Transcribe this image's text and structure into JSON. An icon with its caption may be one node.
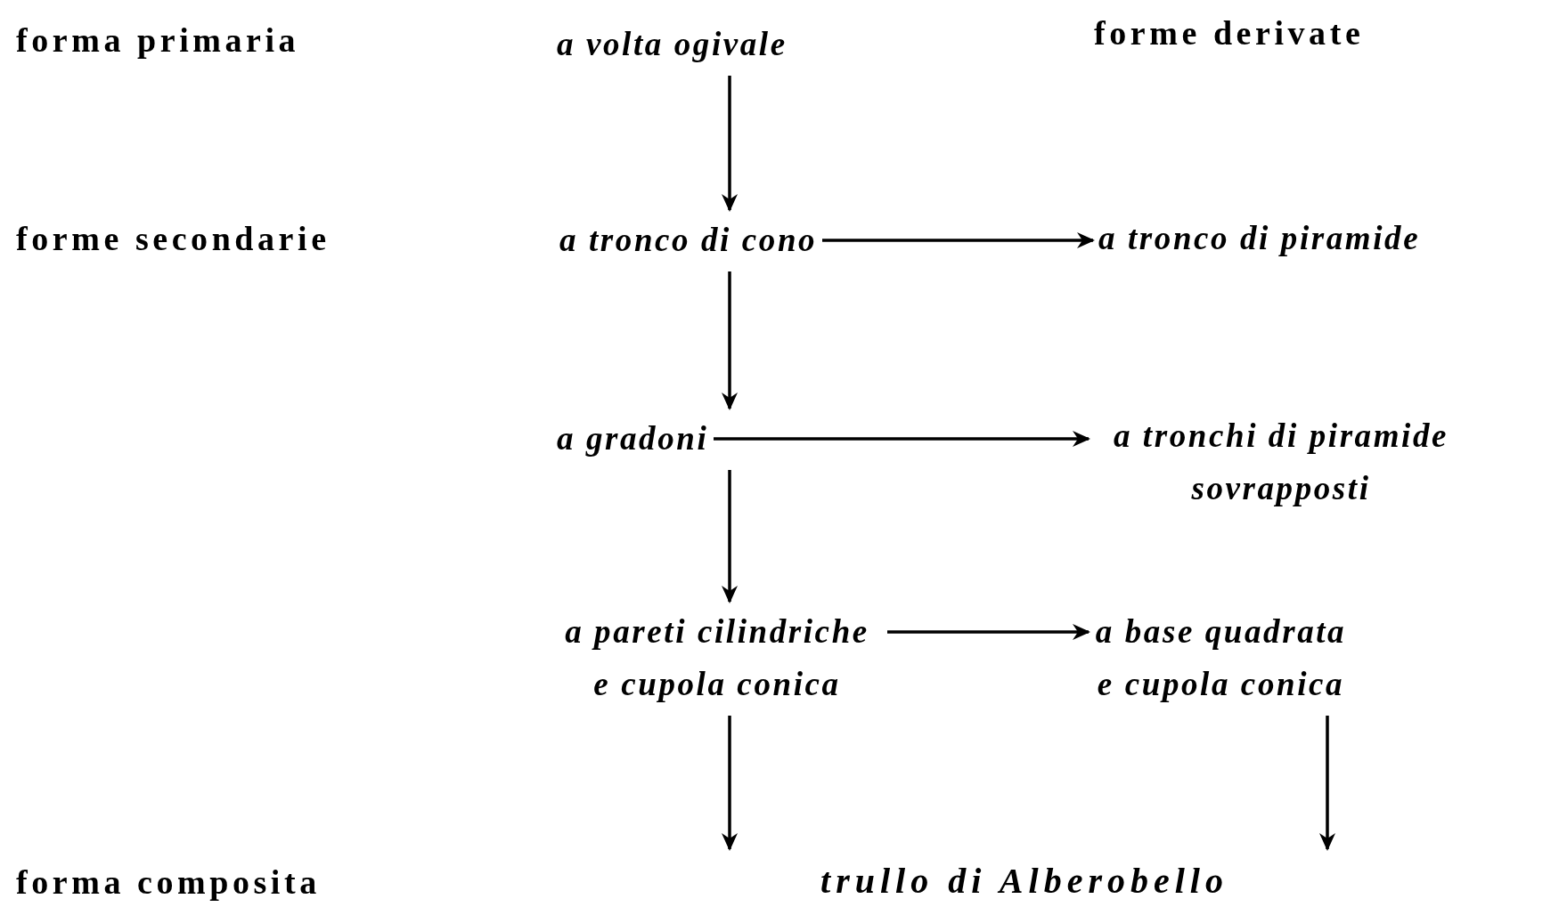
{
  "diagram": {
    "nodes": [
      {
        "text": [
          "a volta ogivale"
        ]
      },
      {
        "text": [
          "a tronco di cono"
        ]
      },
      {
        "text": [
          "a tronco di piramide"
        ]
      },
      {
        "text": [
          "a gradoni"
        ]
      },
      {
        "text": [
          "a tronchi di piramide sovrapposti"
        ]
      },
      {
        "text": [
          "a pareti cilindriche e cupola conica"
        ]
      },
      {
        "text": [
          "a base quadrata e cupola conica"
        ]
      },
      {
        "text": [
          "trullo di Alberobello"
        ]
      }
    ],
    "edges": [
      {
        "from": 0,
        "to": 1,
        "arrow": "to"
      },
      {
        "from": 1,
        "to": 2,
        "arrow": "to"
      },
      {
        "from": 1,
        "to": 3,
        "arrow": "to"
      },
      {
        "from": 3,
        "to": 4,
        "arrow": "to"
      },
      {
        "from": 3,
        "to": 5,
        "arrow": "to"
      },
      {
        "from": 5,
        "to": 6,
        "arrow": "to"
      },
      {
        "from": 5,
        "to": 7,
        "arrow": "to"
      },
      {
        "from": 6,
        "to": 7,
        "arrow": "to"
      }
    ],
    "labels": [
      "forma primaria",
      "forme derivate",
      "forme secondarie",
      "forma composita"
    ]
  }
}
